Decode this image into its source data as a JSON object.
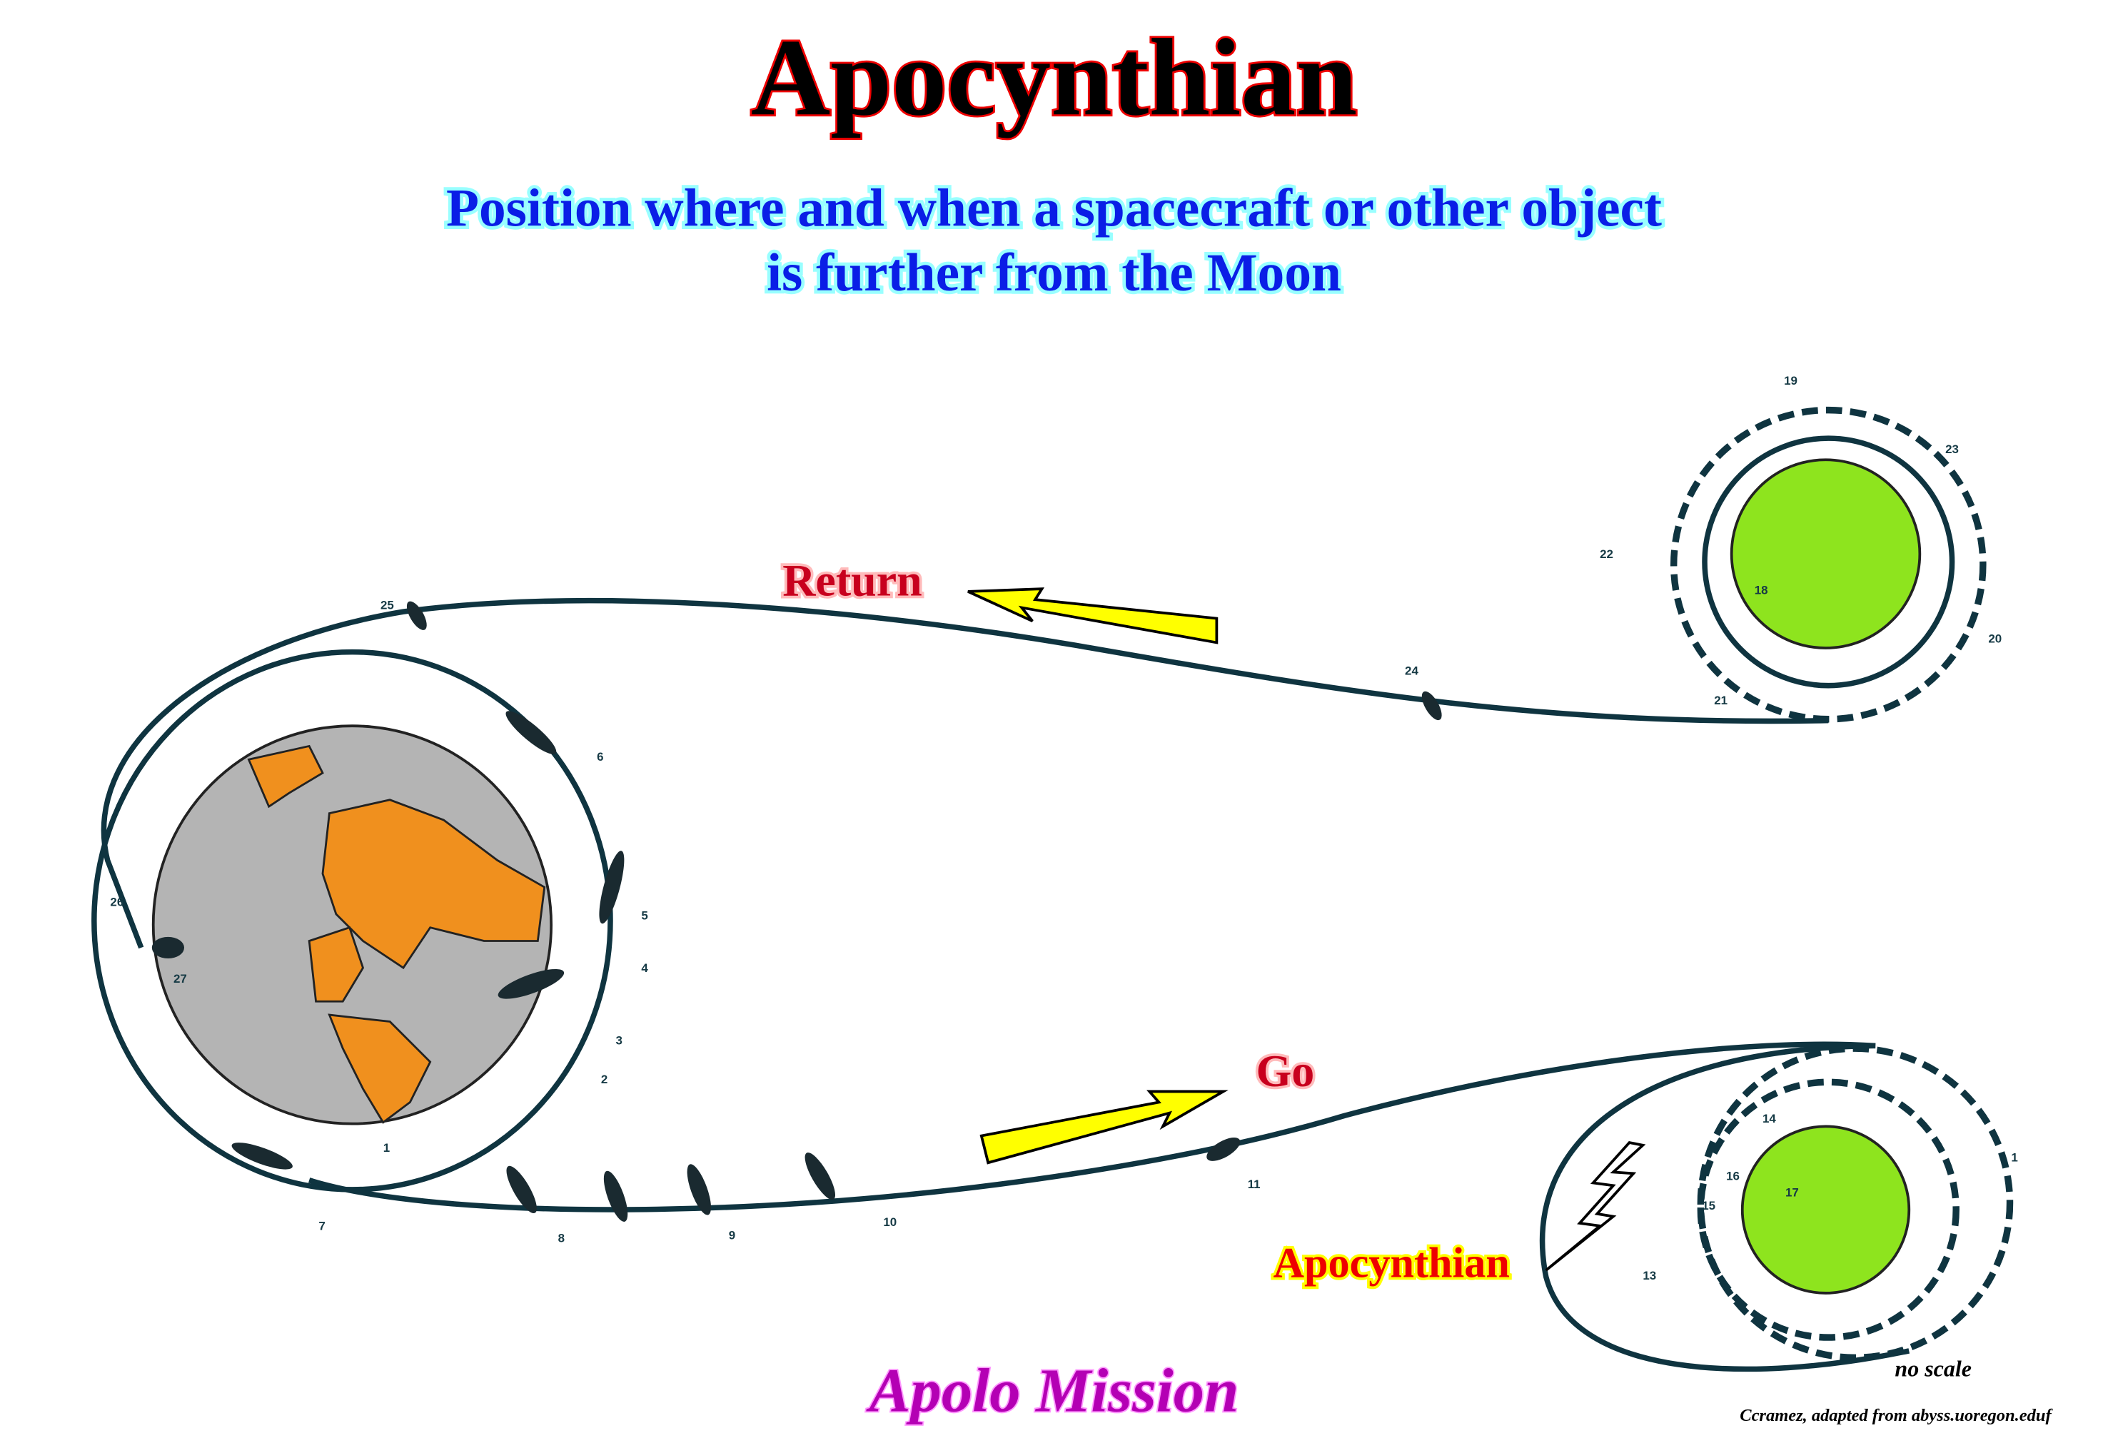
{
  "title": "Apocynthian",
  "subtitle": {
    "line1": "Position where and when a spacecraft or other object",
    "line2": "is further from the Moon"
  },
  "labels": {
    "return": "Return",
    "go": "Go",
    "apocynthian": "Apocynthian",
    "mission": "Apolo Mission",
    "no_scale": "no scale",
    "credit": "Ccramez, adapted from abyss.uoregon.eduf"
  },
  "step_numbers": [
    "1",
    "2",
    "3",
    "4",
    "5",
    "6",
    "7",
    "8",
    "9",
    "10",
    "11",
    "13",
    "14",
    "15",
    "16",
    "17",
    "18",
    "19",
    "20",
    "21",
    "22",
    "23",
    "24",
    "25",
    "26",
    "27",
    "1"
  ],
  "colors": {
    "earth": "#b4b4b4",
    "continents": "#f0901e",
    "moon": "#8ee41e",
    "arrow": "#ffff00",
    "orbit": "#0f3440"
  }
}
